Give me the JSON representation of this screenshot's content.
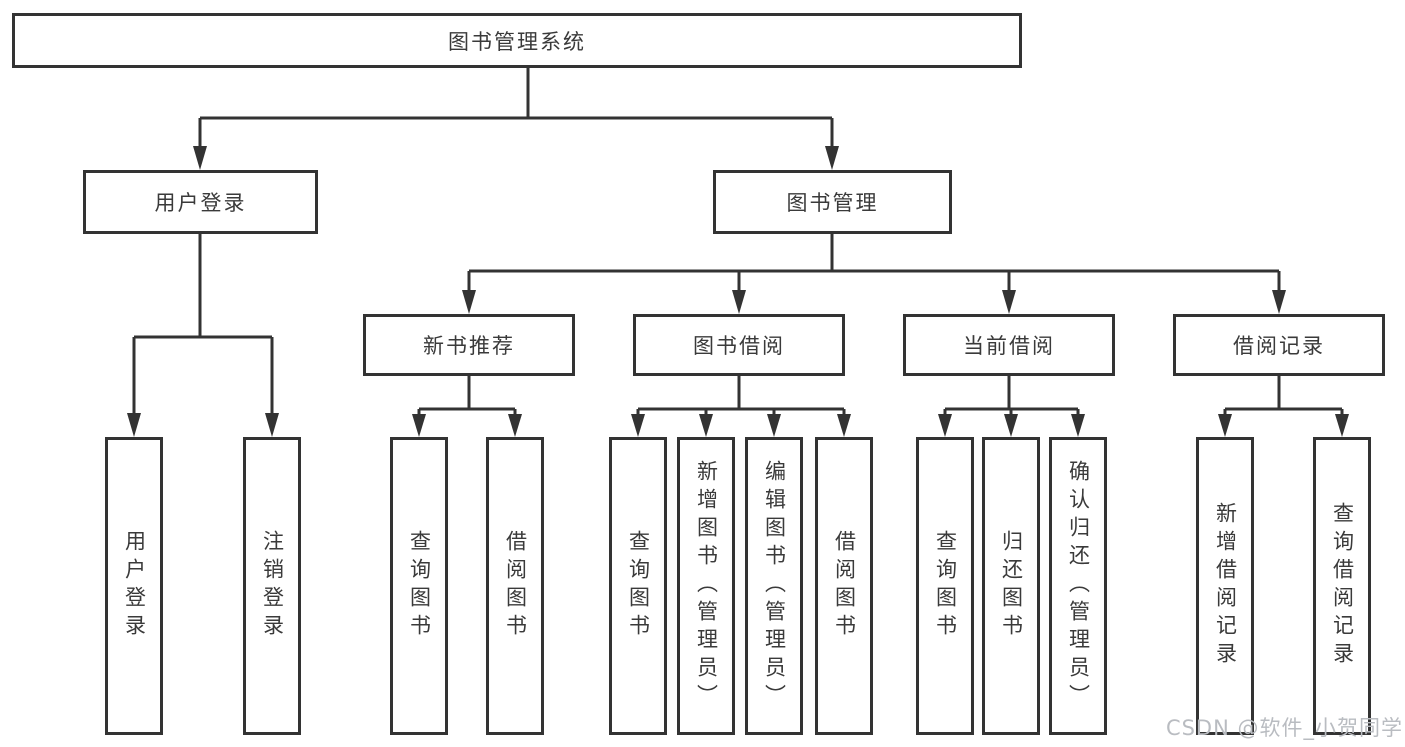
{
  "diagram": {
    "title": "图书管理系统",
    "watermark": "CSDN @软件_小贺同学",
    "colors": {
      "border": "#333333",
      "line": "#333333",
      "text": "#3a3a3a",
      "background": "#ffffff",
      "watermark": "#b9bcc1"
    },
    "nodes": {
      "root": {
        "label": "图书管理系统"
      },
      "user_login": {
        "label": "用户登录"
      },
      "book_mgmt": {
        "label": "图书管理"
      },
      "new_book_rec": {
        "label": "新书推荐"
      },
      "book_borrow": {
        "label": "图书借阅"
      },
      "current_borrow": {
        "label": "当前借阅"
      },
      "borrow_records": {
        "label": "借阅记录"
      },
      "leaf_user_login": {
        "label": "用户登录"
      },
      "leaf_logout": {
        "label": "注销登录"
      },
      "leaf_query_book_1": {
        "label": "查询图书"
      },
      "leaf_borrow_book_1": {
        "label": "借阅图书"
      },
      "leaf_query_book_2": {
        "label": "查询图书"
      },
      "leaf_add_book": {
        "label": "新增图书（管理员）"
      },
      "leaf_edit_book": {
        "label": "编辑图书（管理员）"
      },
      "leaf_borrow_book_2": {
        "label": "借阅图书"
      },
      "leaf_query_book_3": {
        "label": "查询图书"
      },
      "leaf_return_book": {
        "label": "归还图书"
      },
      "leaf_confirm_return": {
        "label": "确认归还（管理员）"
      },
      "leaf_add_record": {
        "label": "新增借阅记录"
      },
      "leaf_query_record": {
        "label": "查询借阅记录"
      }
    },
    "edges": [
      {
        "from": "root",
        "to": "user_login"
      },
      {
        "from": "root",
        "to": "book_mgmt"
      },
      {
        "from": "user_login",
        "to": "leaf_user_login"
      },
      {
        "from": "user_login",
        "to": "leaf_logout"
      },
      {
        "from": "book_mgmt",
        "to": "new_book_rec"
      },
      {
        "from": "book_mgmt",
        "to": "book_borrow"
      },
      {
        "from": "book_mgmt",
        "to": "current_borrow"
      },
      {
        "from": "book_mgmt",
        "to": "borrow_records"
      },
      {
        "from": "new_book_rec",
        "to": "leaf_query_book_1"
      },
      {
        "from": "new_book_rec",
        "to": "leaf_borrow_book_1"
      },
      {
        "from": "book_borrow",
        "to": "leaf_query_book_2"
      },
      {
        "from": "book_borrow",
        "to": "leaf_add_book"
      },
      {
        "from": "book_borrow",
        "to": "leaf_edit_book"
      },
      {
        "from": "book_borrow",
        "to": "leaf_borrow_book_2"
      },
      {
        "from": "current_borrow",
        "to": "leaf_query_book_3"
      },
      {
        "from": "current_borrow",
        "to": "leaf_return_book"
      },
      {
        "from": "current_borrow",
        "to": "leaf_confirm_return"
      },
      {
        "from": "borrow_records",
        "to": "leaf_add_record"
      },
      {
        "from": "borrow_records",
        "to": "leaf_query_record"
      }
    ]
  }
}
